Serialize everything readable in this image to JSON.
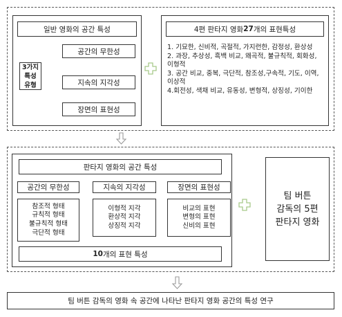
{
  "top_left": {
    "title": "일반 영화의 공간 특성",
    "center_label": "3가지\n특성\n유형",
    "items": [
      "공간의 무한성",
      "지속의 지각성",
      "장면의 표현성"
    ]
  },
  "top_right": {
    "title_prefix": "4편 판타지 영화 ",
    "title_bold": "27",
    "title_suffix": "개의 표현특성",
    "lines": [
      "1. 기묘한, 신비적, 곡절적, 가지런한, 감정성, 환상성",
      "2. 과장, 추상성, 흑백 비교, 왜곡적, 불규칙적, 회화성, 이형적",
      "3. 공간 비교, 중복, 극단적, 참조성,구속적, 기도, 이역, 이상적",
      "4.회전성, 색채 비교, 유동성, 변형적, 상징성, 기이한"
    ]
  },
  "middle": {
    "title": "판타지 영화의 공간 특성",
    "columns": [
      {
        "header": "공간의 무한성",
        "items": [
          "참조적 형태",
          "규칙적 형태",
          "불규칙적 형태",
          "극단적 형태"
        ]
      },
      {
        "header": "지속의 지각성",
        "items": [
          "이형적 지각",
          "환상적 지각",
          "상징적 지각"
        ]
      },
      {
        "header": "장면의 표현성",
        "items": [
          "비교의 표현",
          "변형의 표현",
          "신비의 표현"
        ]
      }
    ],
    "result_prefix": "10",
    "result_suffix": "개의 표현 특성",
    "side_box": "팀 버튼 감독의 5편 판타지 영화"
  },
  "bottom": {
    "title": "팀 버튼 감독의 영화 속 공간에 나타난 판타지 영화 공간의 특성 연구"
  },
  "colors": {
    "plus": "#a8c98a",
    "arrow": "#999999",
    "line": "#333333"
  }
}
